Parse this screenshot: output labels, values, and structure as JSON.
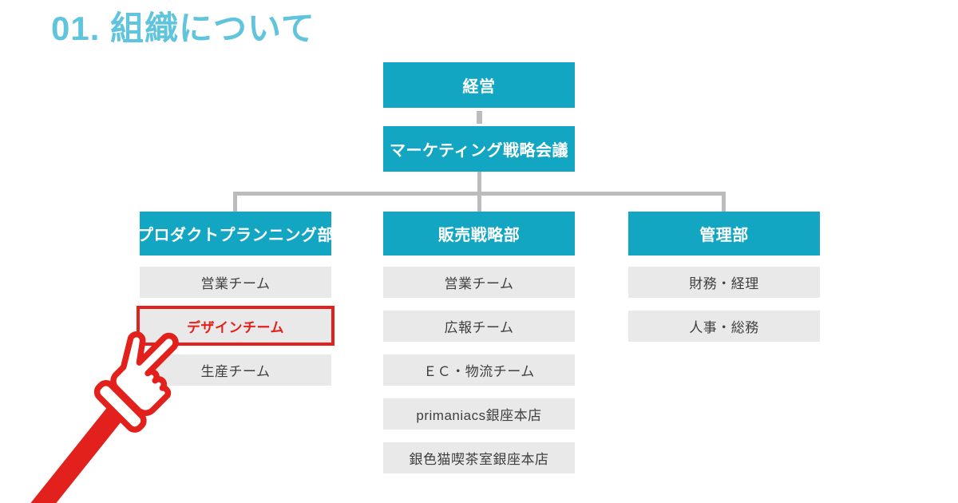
{
  "title": "01. 組織について",
  "colors": {
    "accent_cyan": "#12a6c3",
    "title_cyan": "#5fc4dc",
    "row_gray": "#e9e9e9",
    "connector_gray": "#bcbcbc",
    "highlight_red": "#e2211c",
    "row_text": "#3f3f3f"
  },
  "org": {
    "root": {
      "label": "経営"
    },
    "council": {
      "label": "マーケティング戦略会議"
    },
    "departments": [
      {
        "label": "プロダクトプランニング部",
        "teams": [
          {
            "label": "営業チーム",
            "highlighted": false
          },
          {
            "label": "デザインチーム",
            "highlighted": true
          },
          {
            "label": "生産チーム",
            "highlighted": false
          }
        ]
      },
      {
        "label": "販売戦略部",
        "teams": [
          {
            "label": "営業チーム",
            "highlighted": false
          },
          {
            "label": "広報チーム",
            "highlighted": false
          },
          {
            "label": "ＥＣ・物流チーム",
            "highlighted": false
          },
          {
            "label": "primaniacs銀座本店",
            "highlighted": false
          },
          {
            "label": "銀色猫喫茶室銀座本店",
            "highlighted": false
          }
        ]
      },
      {
        "label": "管理部",
        "teams": [
          {
            "label": "財務・経理",
            "highlighted": false
          },
          {
            "label": "人事・総務",
            "highlighted": false
          }
        ]
      }
    ],
    "pointer": {
      "icon": "hand-pointer-icon",
      "target": "デザインチーム"
    }
  }
}
